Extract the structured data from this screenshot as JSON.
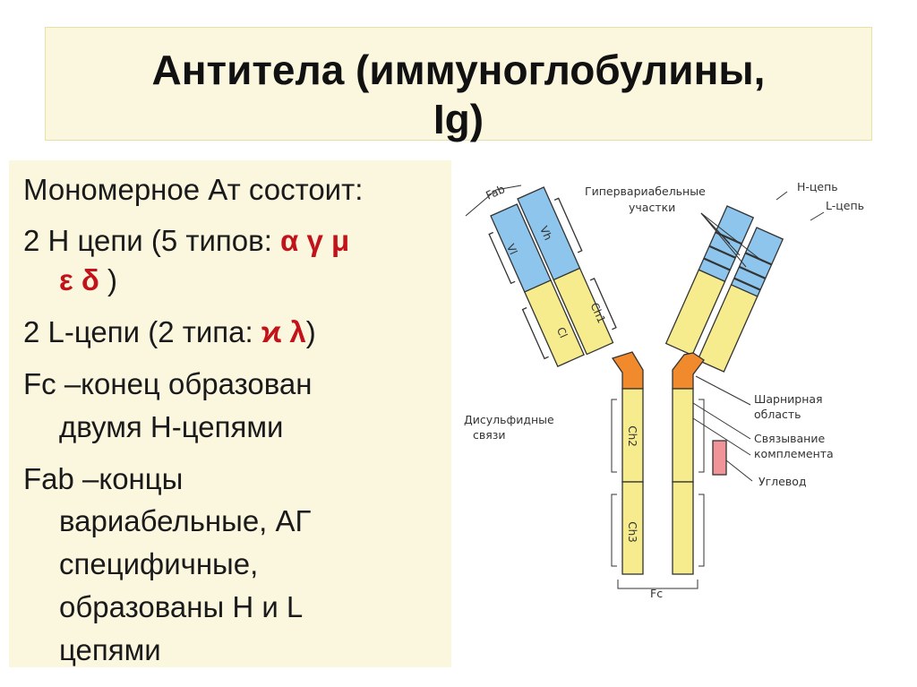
{
  "title": {
    "line1": "Антитела (иммуноглобулины,",
    "line2": "Ig)"
  },
  "body": {
    "line1": "Мономерное Ат состоит:",
    "h_prefix": "2 Н цепи (5 типов: ",
    "h_types_1": "α γ μ",
    "h_types_2": "ε δ",
    "h_suffix": " )",
    "l_prefix": "2 L-цепи (2 типа: ",
    "l_types": "ϰ λ",
    "l_suffix": ")",
    "fc_1": "Fc –конец образован",
    "fc_2": "двумя Н-цепями",
    "fab_1": "Fab –концы",
    "fab_2": "вариабельные, АГ",
    "fab_3": "специфичные,",
    "fab_4": "образованы Н и L",
    "fab_5": "цепями"
  },
  "diagram": {
    "labels": {
      "fab": "Fab",
      "hypervariable_1": "Гипервариабельные",
      "hypervariable_2": "участки",
      "h_chain": "Н-цепь",
      "l_chain": "L-цепь",
      "hinge_1": "Шарнирная",
      "hinge_2": "область",
      "disulfide_1": "Дисульфидные",
      "disulfide_2": "связи",
      "complement_1": "Связывание",
      "complement_2": "комплемента",
      "carbohydrate": "Углевод",
      "fc": "Fc"
    },
    "segments": {
      "vl": "Vl",
      "vh": "Vh",
      "cl": "Cl",
      "ch1": "Ch1",
      "ch2": "Ch2",
      "ch3": "Ch3"
    },
    "colors": {
      "variable": "#8ec5ec",
      "constant": "#f6ec8e",
      "hinge": "#f08a2c",
      "carbohydrate": "#f0949a",
      "outline": "#333333"
    }
  }
}
